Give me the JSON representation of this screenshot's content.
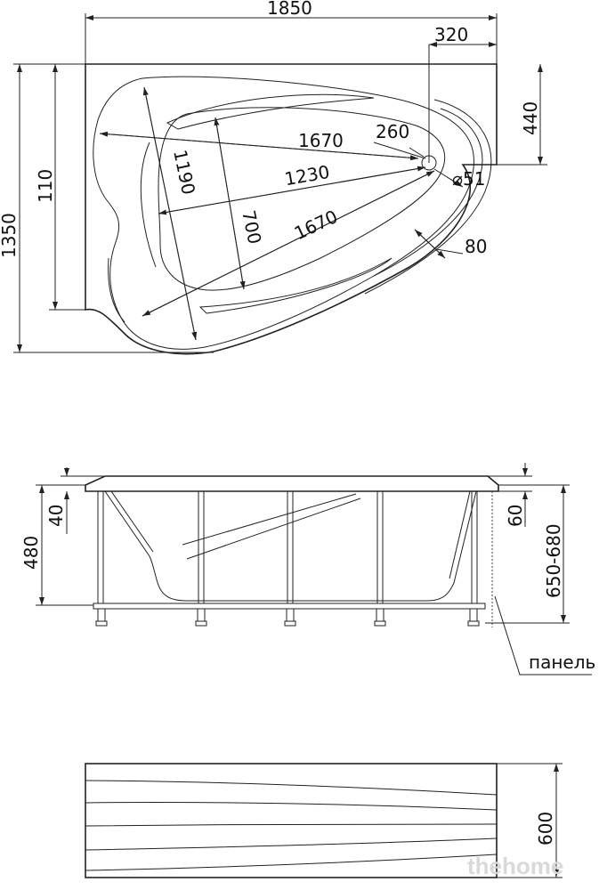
{
  "top_view": {
    "overall_length": "1850",
    "corner_offset": "320",
    "overall_width": "1350",
    "left_height": "110",
    "right_height": "440",
    "inner_length": "1670",
    "drain_offset": "260",
    "diag_length": "1230",
    "inner_length_2": "1670",
    "inner_width": "1190",
    "inner_depth": "700",
    "drain_diameter": "⌀51",
    "rim_width": "80"
  },
  "side_view": {
    "total_height": "480",
    "rim_height": "40",
    "step_height": "60",
    "height_range": "650-680",
    "panel_label": "панель"
  },
  "panel_view": {
    "panel_height": "600"
  },
  "watermark": "thehome"
}
